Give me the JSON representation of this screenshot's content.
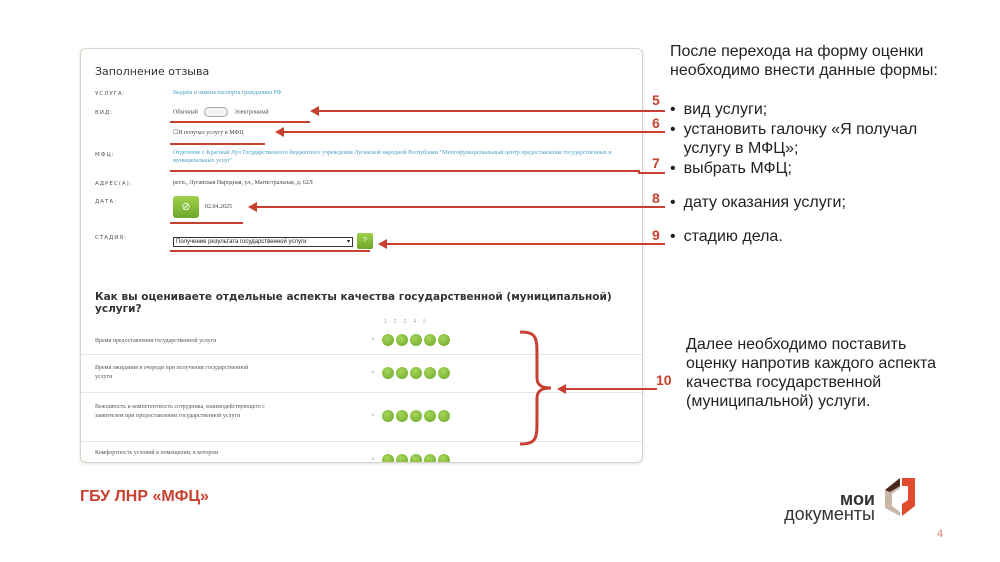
{
  "form": {
    "title": "Заполнение отзыва",
    "service_label": "УСЛУГА:",
    "service_value": "Выдача и замена паспорта гражданина РФ",
    "type_label": "ВИД:",
    "type_option_a": "Обычный",
    "type_option_b": "Электронный",
    "checkbox_label": "Я получал услугу в МФЦ",
    "mfc_label": "МФЦ:",
    "mfc_value": "Отделение г. Красный Луч Государственного бюджетного учреждения Луганской народной Республики \"Многофункциональный центр предоставления государственных и муниципальных услуг\"",
    "address_label": "АДРЕС(А):",
    "address_value": "респ., Луганская Народная, ул., Магистральная, д. 62Л",
    "date_label": "ДАТА:",
    "date_value": "02.04.2025",
    "stage_label": "СТАДИЯ:",
    "stage_value": "Получение результата государственной услуги",
    "stage_help": "?"
  },
  "rating": {
    "question": "Как вы оцениваете отдельные аспекты качества государственной (муниципальной) услуги?",
    "scale": [
      "1",
      "2",
      "3",
      "4",
      "5"
    ],
    "clear": "×",
    "rows": [
      "Время предоставления государственной услуги",
      "Время ожидания в очереди при получении государственной услуги",
      "Вежливость и компетентность сотрудника, взаимодействующего с заявителем при предоставлении государственной услуги",
      "Комфортность условий в помещении, в котором"
    ]
  },
  "annotations": {
    "n5": "5",
    "n6": "6",
    "n7": "7",
    "n8": "8",
    "n9": "9",
    "n10": "10"
  },
  "right_text": {
    "intro": "После перехода на форму оценки необходимо внести данные формы:",
    "bullets": [
      "вид услуги;",
      "установить галочку «Я получал услугу в МФЦ»;",
      "выбрать МФЦ;",
      "дату оказания услуги;",
      "стадию дела."
    ],
    "second": "Далее необходимо поставить оценку напротив каждого аспекта качества государственной (муниципальной) услуги."
  },
  "footer": {
    "org": "ГБУ ЛНР «МФЦ»",
    "logo_top": "мои",
    "logo_bottom": "документы",
    "page": "4"
  },
  "colors": {
    "accent": "#c8402f",
    "green": "#7db534",
    "link": "#4a9fc3"
  }
}
